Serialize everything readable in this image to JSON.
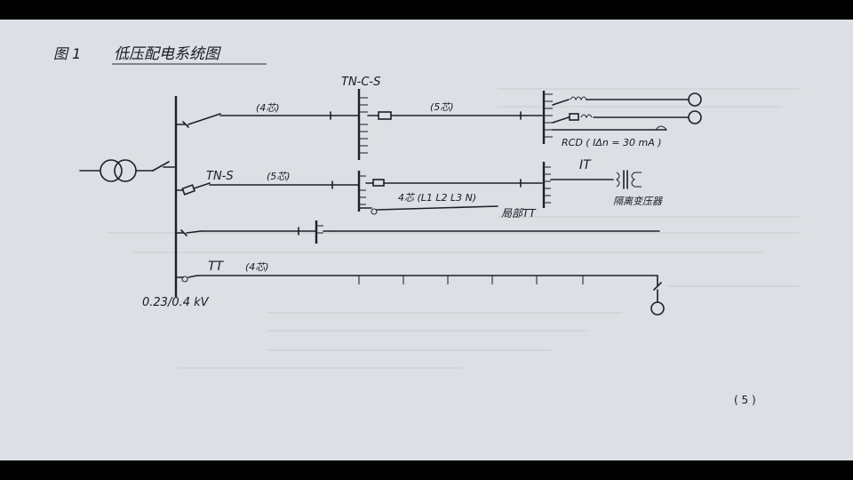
{
  "figure": {
    "number": "图 1",
    "title": "低压配电系统图",
    "page_number": "( 5 )"
  },
  "labels": {
    "tncs": "TN-C-S",
    "four_core": "(4芯)",
    "five_core_top": "(5芯)",
    "rcd": "RCD ( IΔn = 30 mA )",
    "it": "IT",
    "tns": "TN-S",
    "tns_five_core": "(5芯)",
    "four_core_l": "4芯 (L1 L2 L3 N)",
    "isolation_tx": "隔离变压器",
    "local_tt": "局部TT",
    "tt": "TT",
    "tt_four_core": "(4芯)",
    "voltage": "0.23/0.4 kV"
  },
  "colors": {
    "paper": "#dcdfe3",
    "ink": "#1e1e2a",
    "background": "#000000"
  }
}
